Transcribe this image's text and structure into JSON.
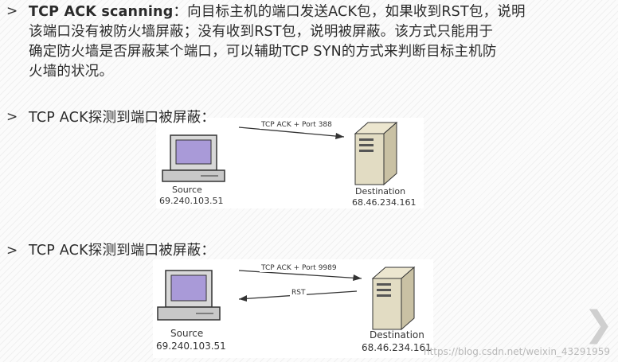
{
  "item1": {
    "bullet": ">",
    "term": "TCP ACK scanning",
    "sep": "：",
    "line1_rest": "向目标主机的端口发送ACK包，如果收到RST包，说明",
    "line2": "该端口没有被防火墙屏蔽；没有收到RST包，说明被屏蔽。该方式只能用于",
    "line3": "确定防火墙是否屏蔽某个端口，可以辅助TCP SYN的方式来判断目标主机防",
    "line4": "火墙的状况。"
  },
  "item2": {
    "bullet": ">",
    "title": "TCP ACK探测到端口被屏蔽：",
    "diagram": {
      "arrow_label": "TCP ACK + Port 388",
      "source_label": "Source",
      "source_ip": "69.240.103.51",
      "dest_label": "Destination",
      "dest_ip": "68.46.234.161"
    }
  },
  "item3": {
    "bullet": ">",
    "title": "TCP ACK探测到端口被屏蔽：",
    "diagram": {
      "arrow_label": "TCP ACK + Port 9989",
      "reply_label": "RST",
      "source_label": "Source",
      "source_ip": "69.240.103.51",
      "dest_label": "Destination",
      "dest_ip": "68.46.234.161"
    }
  },
  "nav": {
    "next_glyph": "❯"
  },
  "watermark": "https://blog.csdn.net/weixin_43291959"
}
